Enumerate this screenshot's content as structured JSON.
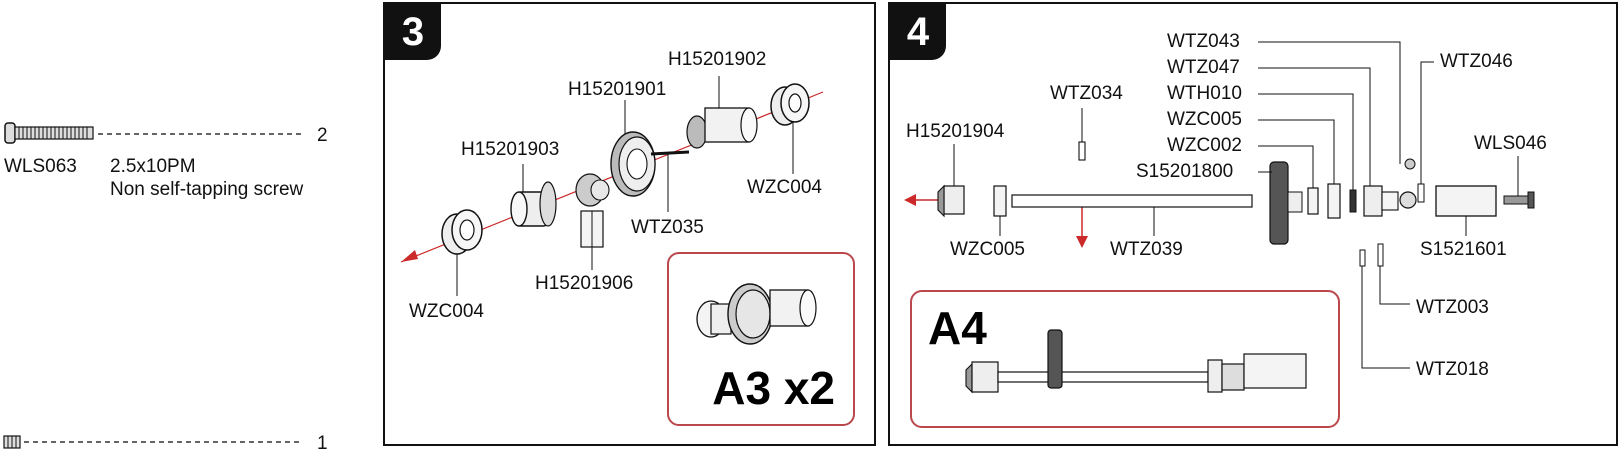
{
  "left_parts": {
    "items": [
      {
        "qty": "2",
        "code": "WLS063",
        "size": "2.5x10PM",
        "description": "Non self-tapping screw",
        "icon": "screw-icon"
      },
      {
        "qty": "1",
        "icon": "set-screw-icon"
      }
    ]
  },
  "step3": {
    "number": "3",
    "labels": {
      "h15201902": "H15201902",
      "h15201901": "H15201901",
      "h15201903": "H15201903",
      "wzc004_right": "WZC004",
      "wtz035": "WTZ035",
      "h15201906": "H15201906",
      "wzc004_left": "WZC004"
    },
    "inset_label": "A3 x2"
  },
  "step4": {
    "number": "4",
    "labels": {
      "wtz043": "WTZ043",
      "wtz047": "WTZ047",
      "wth010": "WTH010",
      "wzc005_top": "WZC005",
      "wzc002": "WZC002",
      "s15201800": "S15201800",
      "wtz034": "WTZ034",
      "h15201904": "H15201904",
      "wtz046": "WTZ046",
      "wls046": "WLS046",
      "wzc005_bottom": "WZC005",
      "wtz039": "WTZ039",
      "s1521601": "S1521601",
      "wtz003": "WTZ003",
      "wtz018": "WTZ018"
    },
    "inset_label": "A4"
  },
  "colors": {
    "ink": "#111111",
    "accent_red": "#cc2a2a",
    "inset_border": "#b9474b",
    "part_gray": "#d9d9d9"
  }
}
